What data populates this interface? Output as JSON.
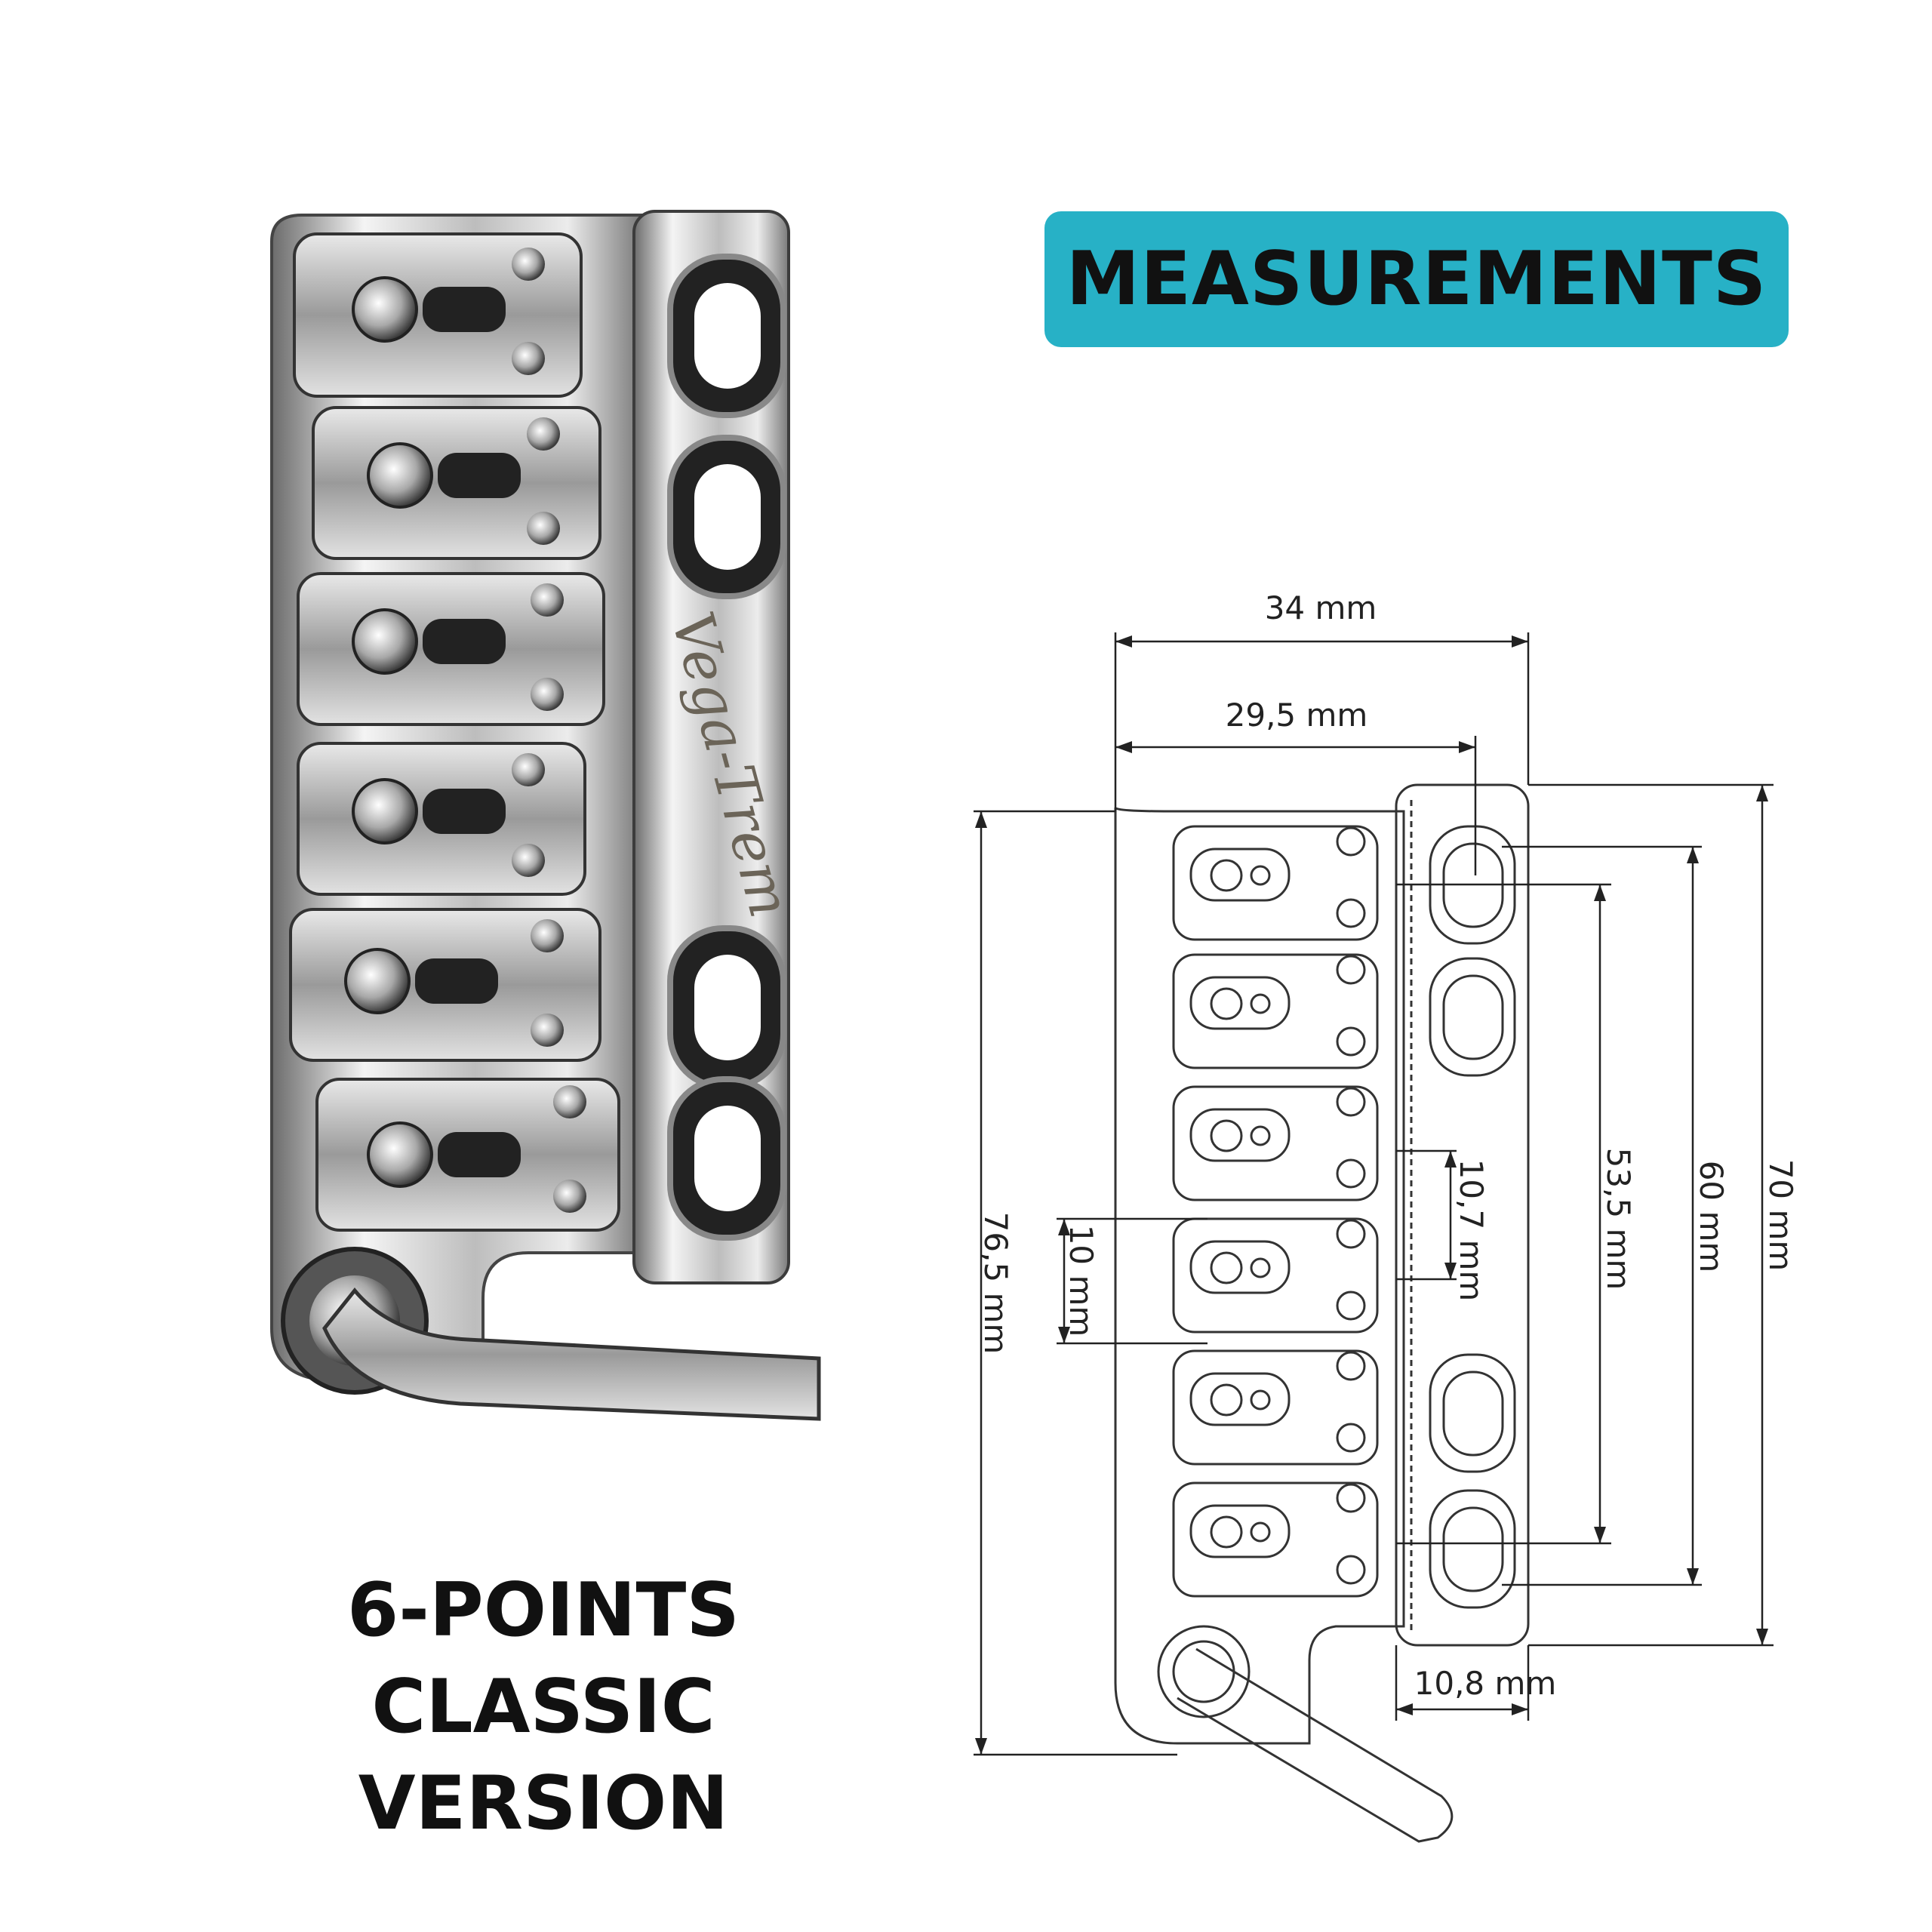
{
  "header": {
    "title": "MEASUREMENTS"
  },
  "product": {
    "brand_logo_text": "Vega-Trem",
    "caption_lines": [
      "6-POINTS",
      "CLASSIC",
      "VERSION"
    ]
  },
  "dimensions": {
    "overall_width": "34 mm",
    "post_spacing_width": "29,5 mm",
    "overall_length": "76,5 mm",
    "saddle_width": "10 mm",
    "string_spacing": "10,7 mm",
    "post_spacing_outer": "53,5 mm",
    "post_spacing_inner": "60 mm",
    "plate_length": "70 mm",
    "plate_width": "10,8 mm"
  },
  "colors": {
    "badge": "#27b1c6",
    "text": "#111111",
    "line": "#222222"
  }
}
